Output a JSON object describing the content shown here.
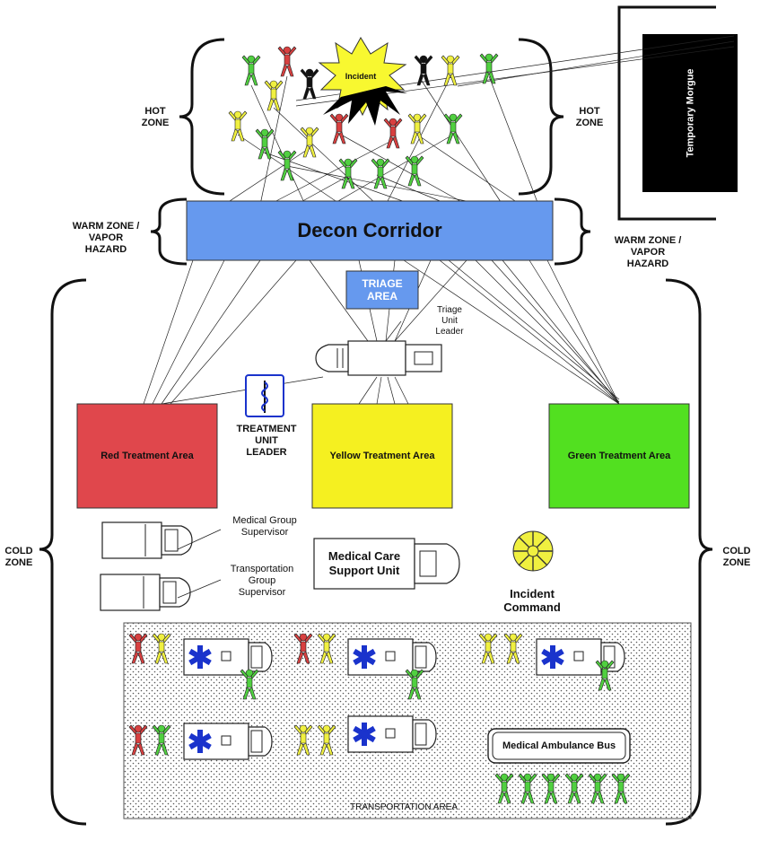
{
  "zones": {
    "hot_left": "HOT\nZONE",
    "hot_right": "HOT\nZONE",
    "warm_left": "WARM ZONE /\nVAPOR\nHAZARD",
    "warm_right": "WARM ZONE /\nVAPOR\nHAZARD",
    "cold_left": "COLD\nZONE",
    "cold_right": "COLD\nZONE"
  },
  "labels": {
    "incident": "Incident",
    "morgue": "Temporary Morgue",
    "decon": "Decon Corridor",
    "triage_area": "TRIAGE\nAREA",
    "triage_leader": "Triage\nUnit\nLeader",
    "treatment_leader": "TREATMENT\nUNIT\nLEADER",
    "red_area": "Red Treatment Area",
    "yellow_area": "Yellow Treatment Area",
    "green_area": "Green Treatment Area",
    "medical_group": "Medical Group\nSupervisor",
    "transport_group": "Transportation\nGroup\nSupervisor",
    "mcsu": "Medical Care\nSupport Unit",
    "incident_command": "Incident\nCommand",
    "ambulance_bus": "Medical Ambulance Bus",
    "transport_area": "TRANSPORTATION AREA"
  },
  "colors": {
    "red": "#e0474c",
    "yellow": "#f5f020",
    "green": "#52e020",
    "decon": "#6699ee",
    "victim_red": "#d84040",
    "victim_yellow": "#f0f040",
    "victim_green": "#50d040",
    "victim_black": "#111111",
    "star_of_life": "#1a33cc"
  }
}
